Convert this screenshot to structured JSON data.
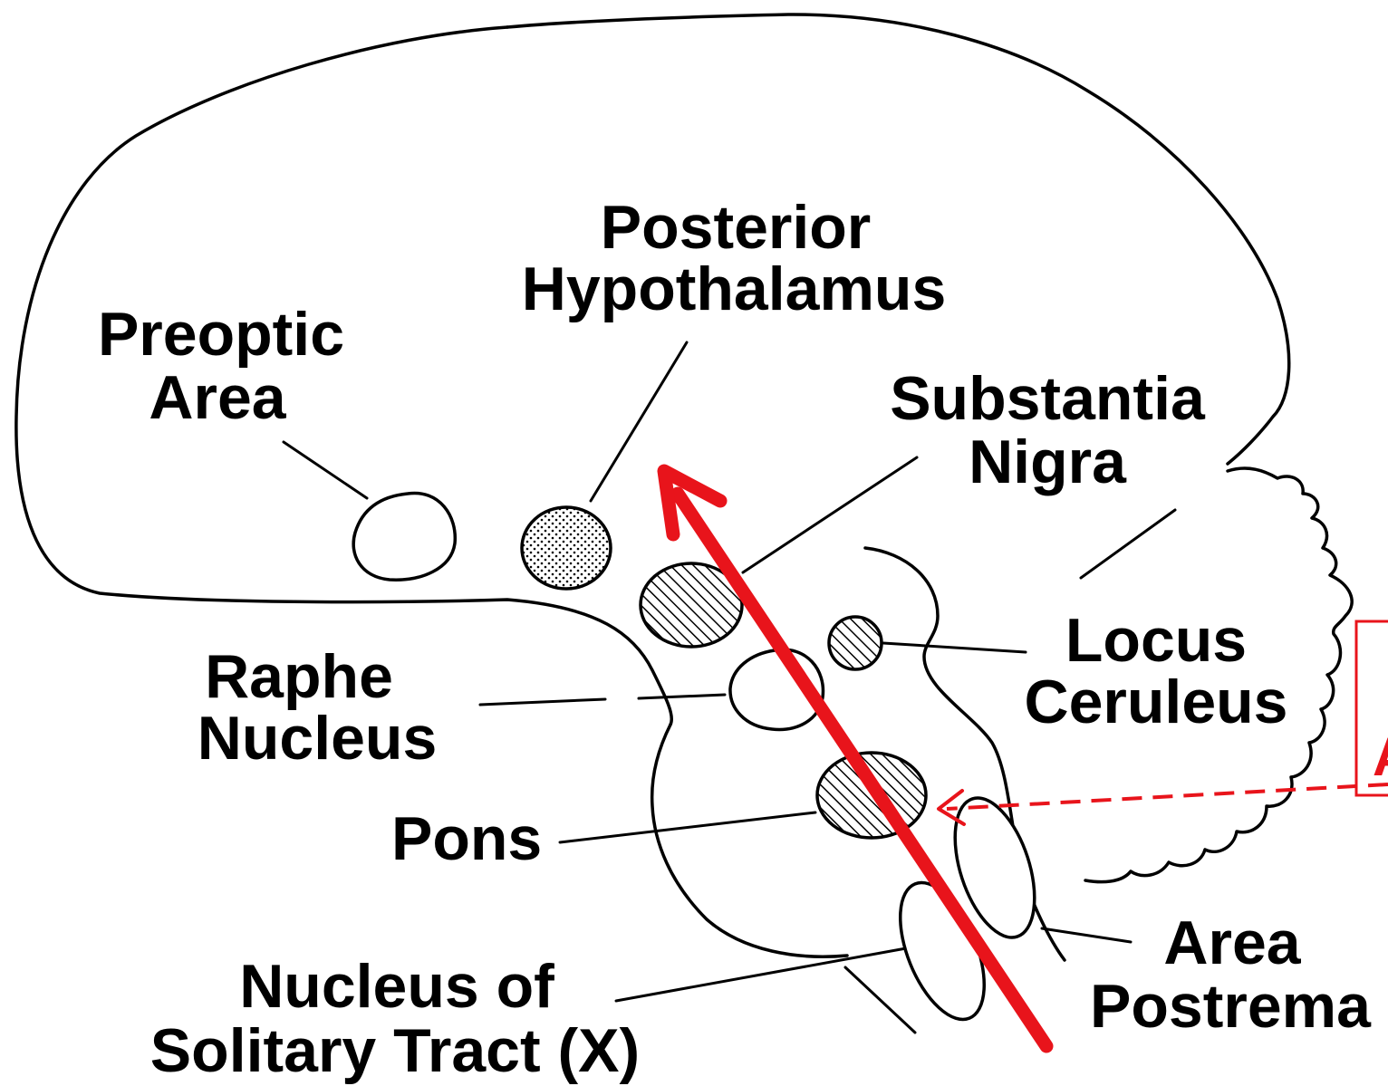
{
  "diagram": {
    "labels": {
      "posterior_hypothalamus": [
        "Posterior",
        "Hypothalamus"
      ],
      "preoptic_area": [
        "Preoptic",
        "Area"
      ],
      "substantia_nigra": [
        "Substantia",
        "Nigra"
      ],
      "locus_ceruleus": [
        "Locus",
        "Ceruleus"
      ],
      "raphe_nucleus": [
        "Raphe",
        "Nucleus"
      ],
      "pons": "Pons",
      "area_postrema": [
        "Area",
        "Postrema"
      ],
      "nucleus_solitary_tract": [
        "Nucleus of",
        "Solitary Tract (X)"
      ],
      "cut_off_box_text": "A"
    },
    "colors": {
      "ink": "#000000",
      "arrow": "#e8141b",
      "background": "#ffffff"
    }
  }
}
